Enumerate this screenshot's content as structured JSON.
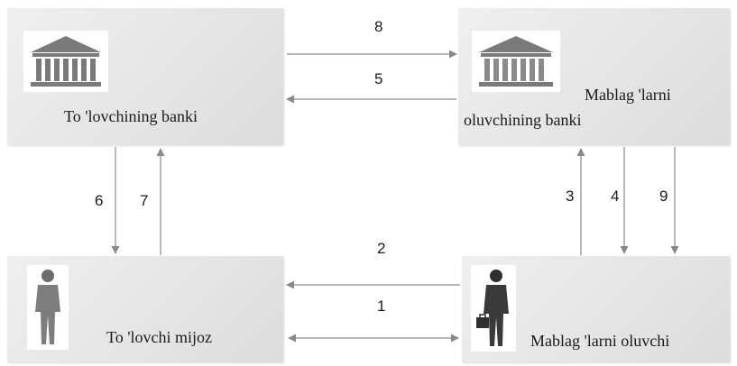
{
  "nodes": {
    "payer_bank": {
      "label": "To 'lovchining banki",
      "icon": "bank-building-icon"
    },
    "payee_bank": {
      "label_line1": "Mablag 'larni",
      "label_line2": "oluvchining banki",
      "icon": "bank-building-icon"
    },
    "payer_client": {
      "label": "To 'lovchi mijoz",
      "icon": "person-icon"
    },
    "payee_client": {
      "label": "Mablag 'larni oluvchi",
      "icon": "person-with-briefcase-icon"
    }
  },
  "flows": [
    {
      "step": "1",
      "from": "payer_client",
      "to": "payee_client",
      "bidirectional": true
    },
    {
      "step": "2",
      "from": "payee_client",
      "to": "payer_client"
    },
    {
      "step": "3",
      "from": "payee_client",
      "to": "payee_bank"
    },
    {
      "step": "4",
      "from": "payee_bank",
      "to": "payee_client"
    },
    {
      "step": "5",
      "from": "payee_bank",
      "to": "payer_bank"
    },
    {
      "step": "6",
      "from": "payer_bank",
      "to": "payer_client"
    },
    {
      "step": "7",
      "from": "payer_client",
      "to": "payer_bank"
    },
    {
      "step": "8",
      "from": "payer_bank",
      "to": "payee_bank"
    },
    {
      "step": "9",
      "from": "payee_bank",
      "to": "payee_client"
    }
  ],
  "colors": {
    "box": "#e6e6e6",
    "arrow": "#8a8a8a",
    "bank_icon": "#7a7a7a"
  }
}
